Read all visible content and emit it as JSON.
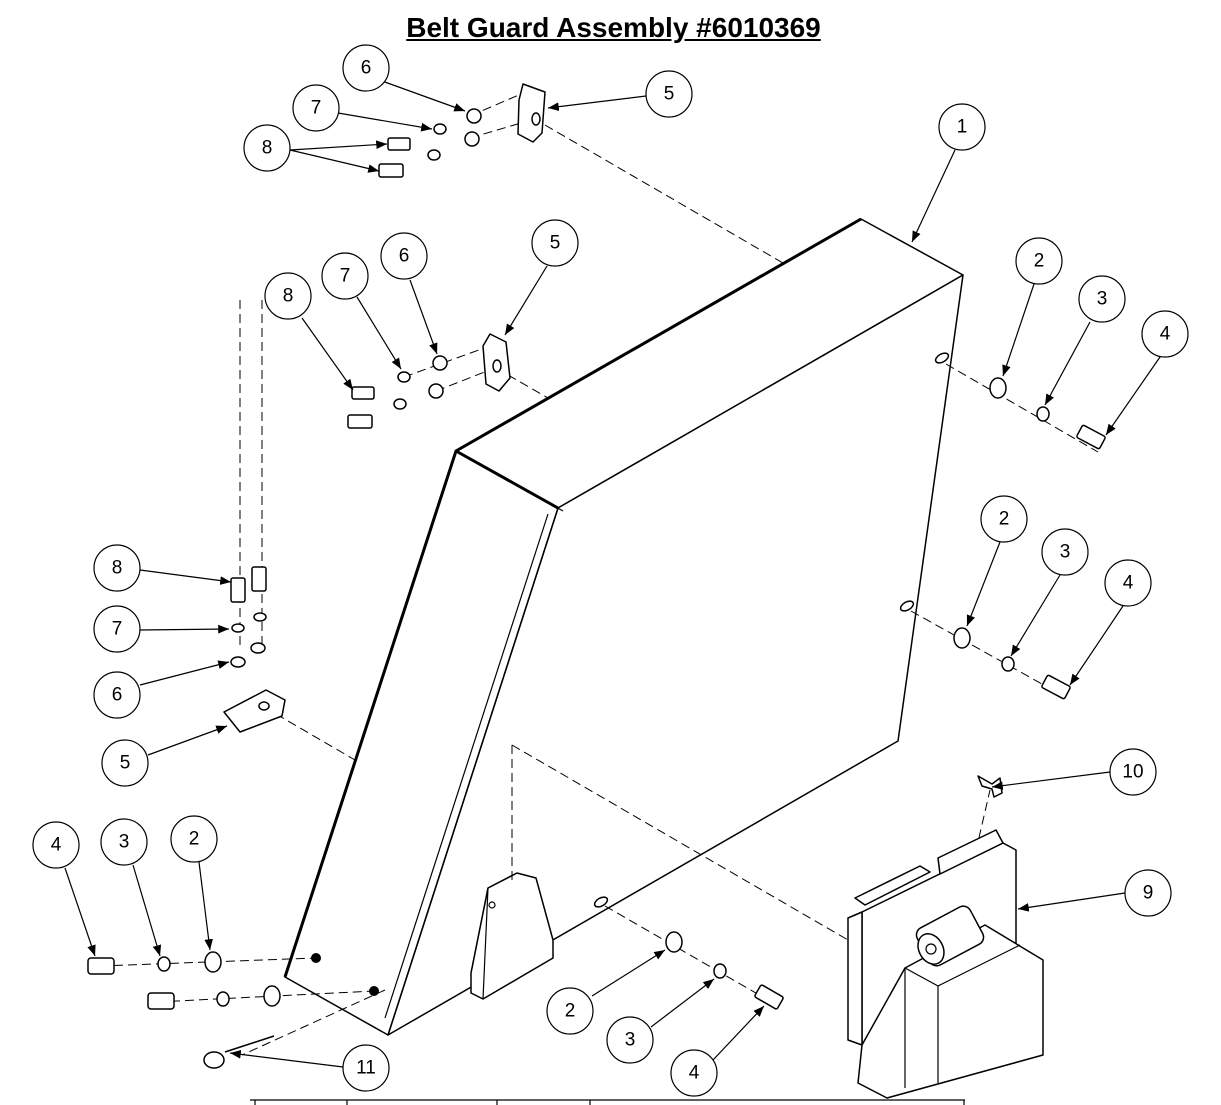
{
  "title": "Belt Guard Assembly #6010369",
  "callouts": [
    {
      "id": "c1",
      "label": "1"
    },
    {
      "id": "c2a",
      "label": "2"
    },
    {
      "id": "c3a",
      "label": "3"
    },
    {
      "id": "c4a",
      "label": "4"
    },
    {
      "id": "c2b",
      "label": "2"
    },
    {
      "id": "c3b",
      "label": "3"
    },
    {
      "id": "c4b",
      "label": "4"
    },
    {
      "id": "c5a",
      "label": "5"
    },
    {
      "id": "c6a",
      "label": "6"
    },
    {
      "id": "c7a",
      "label": "7"
    },
    {
      "id": "c8a",
      "label": "8"
    },
    {
      "id": "c5b",
      "label": "5"
    },
    {
      "id": "c6b",
      "label": "6"
    },
    {
      "id": "c7b",
      "label": "7"
    },
    {
      "id": "c8b",
      "label": "8"
    },
    {
      "id": "c8c",
      "label": "8"
    },
    {
      "id": "c7c",
      "label": "7"
    },
    {
      "id": "c6c",
      "label": "6"
    },
    {
      "id": "c5c",
      "label": "5"
    },
    {
      "id": "c4c",
      "label": "4"
    },
    {
      "id": "c3c",
      "label": "3"
    },
    {
      "id": "c2c",
      "label": "2"
    },
    {
      "id": "c11",
      "label": "11"
    },
    {
      "id": "c2d",
      "label": "2"
    },
    {
      "id": "c3d",
      "label": "3"
    },
    {
      "id": "c4d",
      "label": "4"
    },
    {
      "id": "c10",
      "label": "10"
    },
    {
      "id": "c9",
      "label": "9"
    }
  ]
}
